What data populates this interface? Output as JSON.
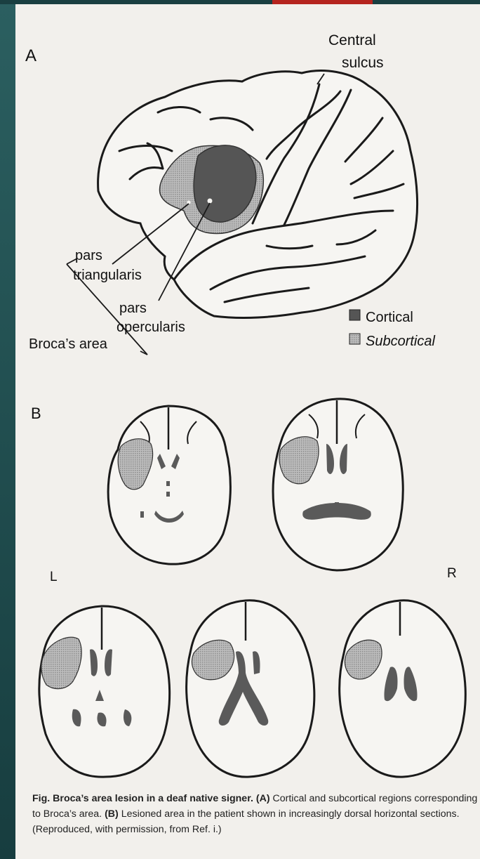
{
  "panel_a": {
    "letter": "A",
    "central_sulcus_line1": "Central",
    "central_sulcus_line2": "sulcus",
    "pars_triangularis_line1": "pars",
    "pars_triangularis_line2": "triangularis",
    "pars_opercularis_line1": "pars",
    "pars_opercularis_line2": "opercularis",
    "brocas_area": "Broca’s area"
  },
  "legend": {
    "cortical": "Cortical",
    "subcortical": "Subcortical"
  },
  "panel_b": {
    "letter": "B",
    "left_label": "L",
    "right_label": "R"
  },
  "caption": {
    "fig_label": "Fig.",
    "title": "Broca’s area lesion in a deaf native signer.",
    "a_label": "(A)",
    "a_text": "Cortical and subcortical regions corresponding to Broca’s area.",
    "b_label": "(B)",
    "b_text": "Lesioned area in the patient shown in increasingly dorsal horizontal sections. (Reproduced, with permission, from Ref. i.)"
  },
  "colors": {
    "cortical": "#555555",
    "subcortical": "#a9a9a9",
    "ventricle": "#5a5a5a",
    "outline": "#1a1a1a",
    "accent_red": "#b5241e",
    "teal": "#1d4a4c"
  }
}
